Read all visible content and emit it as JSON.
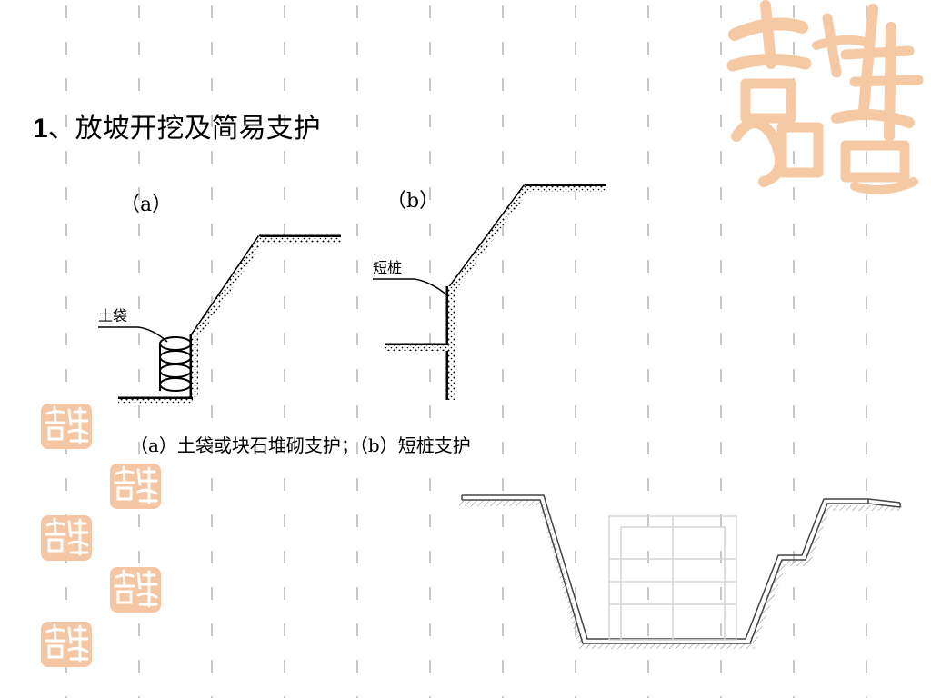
{
  "title": {
    "number": "1",
    "text": "、放坡开挖及简易支护"
  },
  "figure": {
    "label_a": "（a）",
    "label_b": "（b）",
    "callout_a": "土袋",
    "callout_b": "短桩",
    "caption": "（a）土袋或块石堆砌支护；（b）短桩支护"
  },
  "decor": {
    "seal_icon": "auspicious-seal-icon",
    "stamp_icon": "seal-stamp-icon",
    "seal_color": "#f5c9a4",
    "stamp_color": "#f4c6a3"
  }
}
